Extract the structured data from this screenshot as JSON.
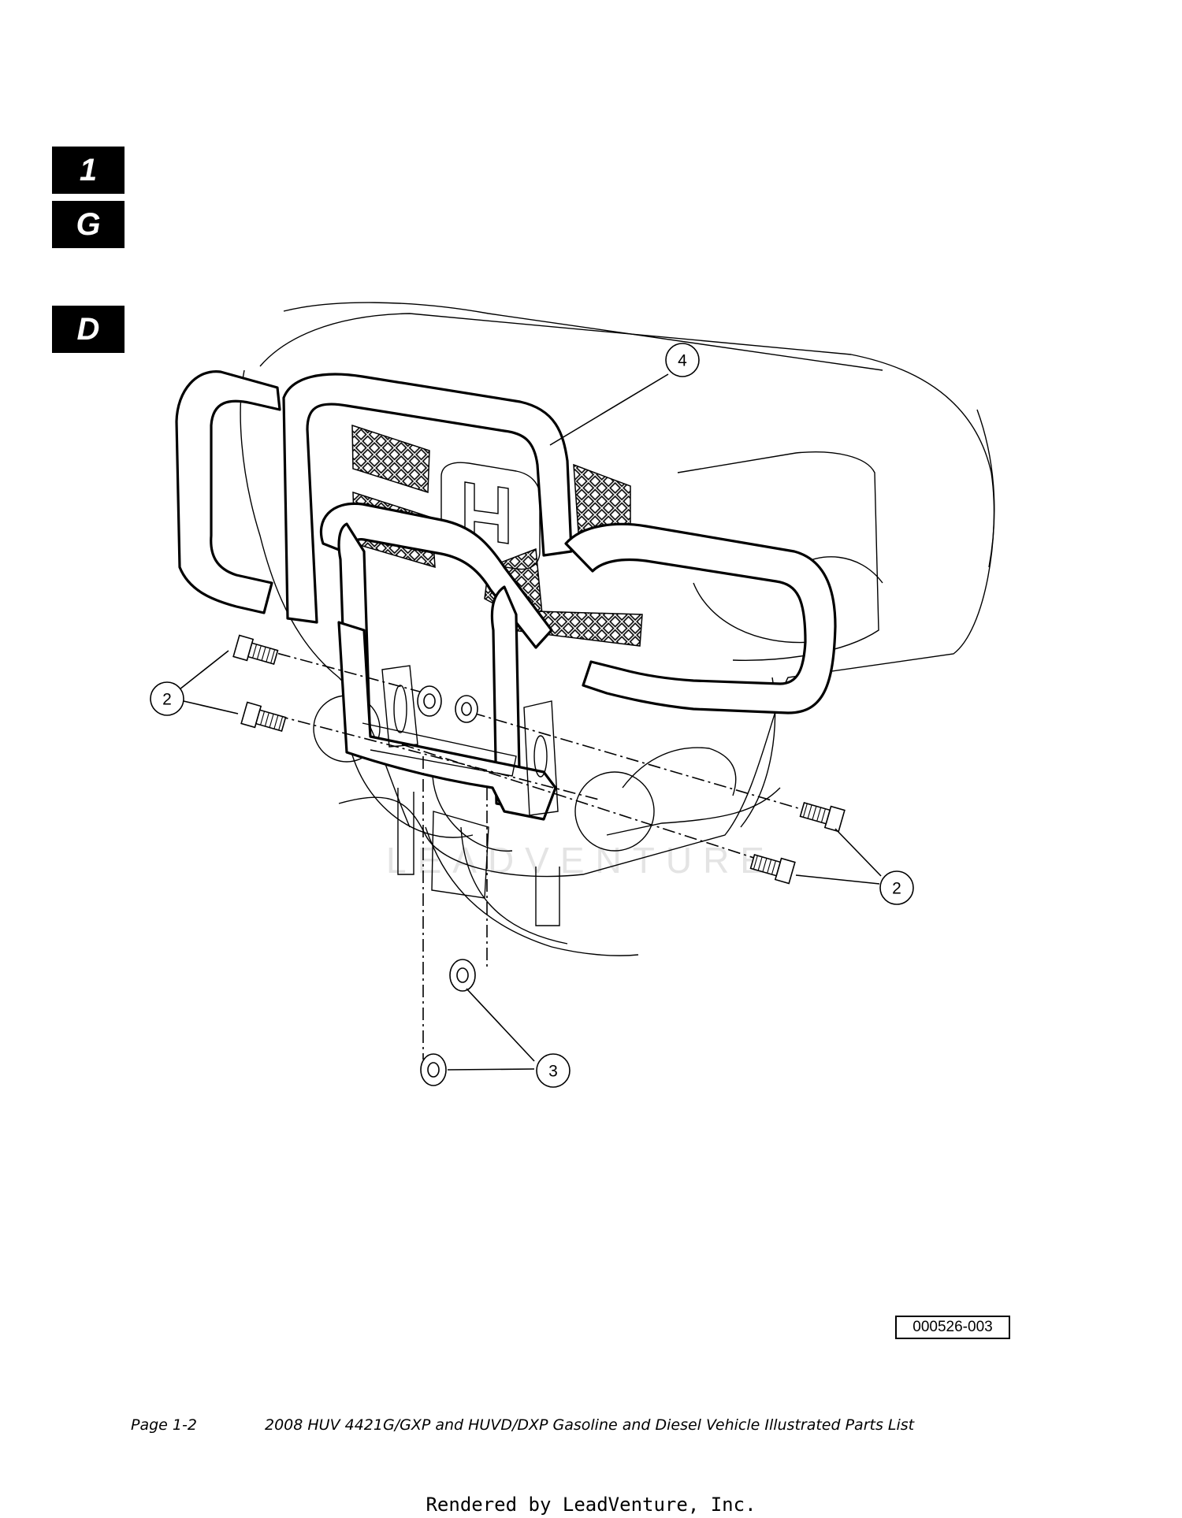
{
  "tabs": [
    "1",
    "G",
    "D"
  ],
  "callouts": {
    "front_guard": "4",
    "bolts_left": "2",
    "bolts_right": "2",
    "flange_nuts": "3"
  },
  "figure_code": "000526-003",
  "footer": {
    "page": "Page 1-2",
    "title": "2008 HUV 4421G/GXP and HUVD/DXP Gasoline and Diesel Vehicle Illustrated Parts List"
  },
  "watermark": "LEADVENTURE",
  "rendered_by": "Rendered by LeadVenture, Inc."
}
